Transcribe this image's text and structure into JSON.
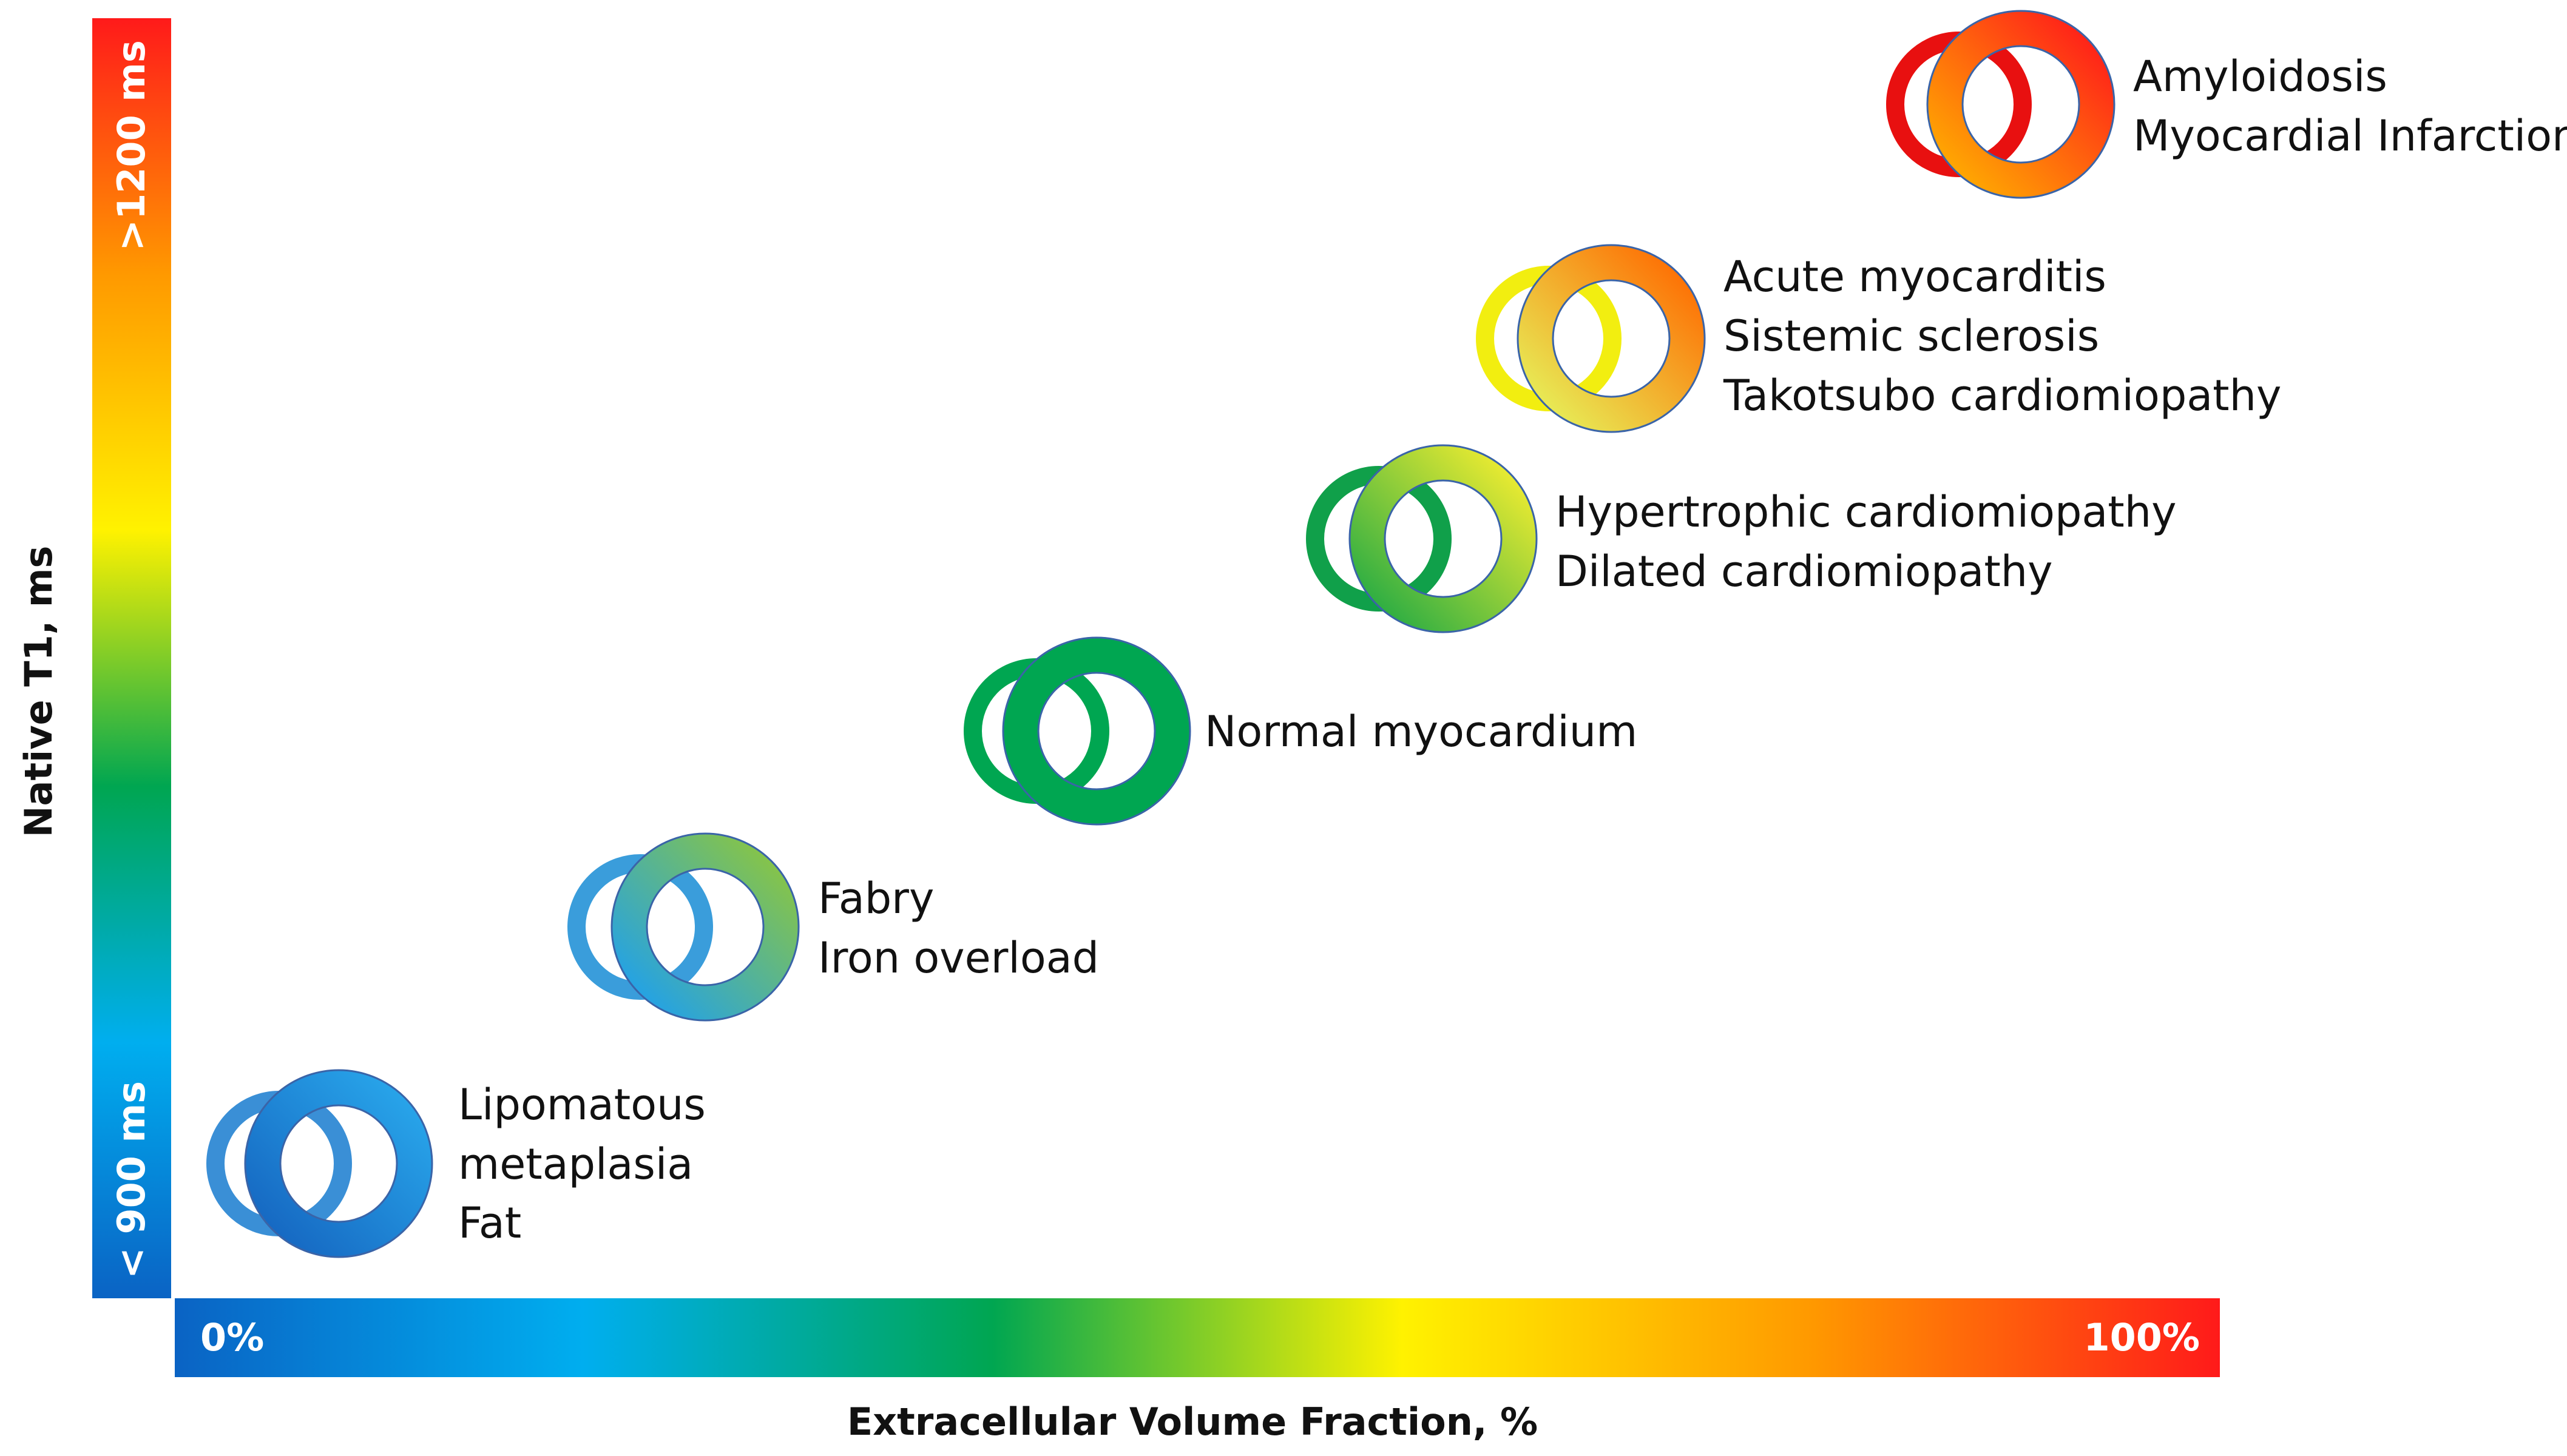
{
  "y_axis": {
    "title": "Native T1, ms",
    "low_label": "< 900 ms",
    "high_label": ">1200 ms"
  },
  "x_axis": {
    "title": "Extracellular Volume Fraction, %",
    "low_label": "0%",
    "high_label": "100%"
  },
  "gradient_colors": [
    "#0a63c4",
    "#00aeef",
    "#00a651",
    "#fff200",
    "#ff9900",
    "#ff1a1a"
  ],
  "groups": [
    {
      "id": "fat",
      "lines": [
        "Lipomatous",
        "metaplasia",
        "Fat"
      ],
      "ring_colors": [
        "#1565c0",
        "#29a8ec"
      ],
      "back_ring_color": "#3a8fd6"
    },
    {
      "id": "fabry",
      "lines": [
        "Fabry",
        "Iron overload"
      ],
      "ring_colors": [
        "#1ea0ee",
        "#8cc63f"
      ],
      "back_ring_color": "#3a9ddb"
    },
    {
      "id": "normal",
      "lines": [
        "Normal myocardium"
      ],
      "ring_colors": [
        "#00a651",
        "#00a651"
      ],
      "back_ring_color": "#00a651"
    },
    {
      "id": "hypertrophic",
      "lines": [
        "Hypertrophic cardiomiopathy",
        "Dilated cardiomiopathy"
      ],
      "ring_colors": [
        "#22aa44",
        "#f5ee30"
      ],
      "back_ring_color": "#10a04a"
    },
    {
      "id": "acute",
      "lines": [
        "Acute myocarditis",
        "Sistemic sclerosis",
        "Takotsubo cardiomiopathy"
      ],
      "ring_colors": [
        "#e6f25a",
        "#ff6a00"
      ],
      "back_ring_color": "#f2ee10"
    },
    {
      "id": "amyloid",
      "lines": [
        "Amyloidosis",
        "Myocardial Infarction"
      ],
      "ring_colors": [
        "#ffb000",
        "#ff1a1a"
      ],
      "back_ring_color": "#e81010"
    }
  ]
}
